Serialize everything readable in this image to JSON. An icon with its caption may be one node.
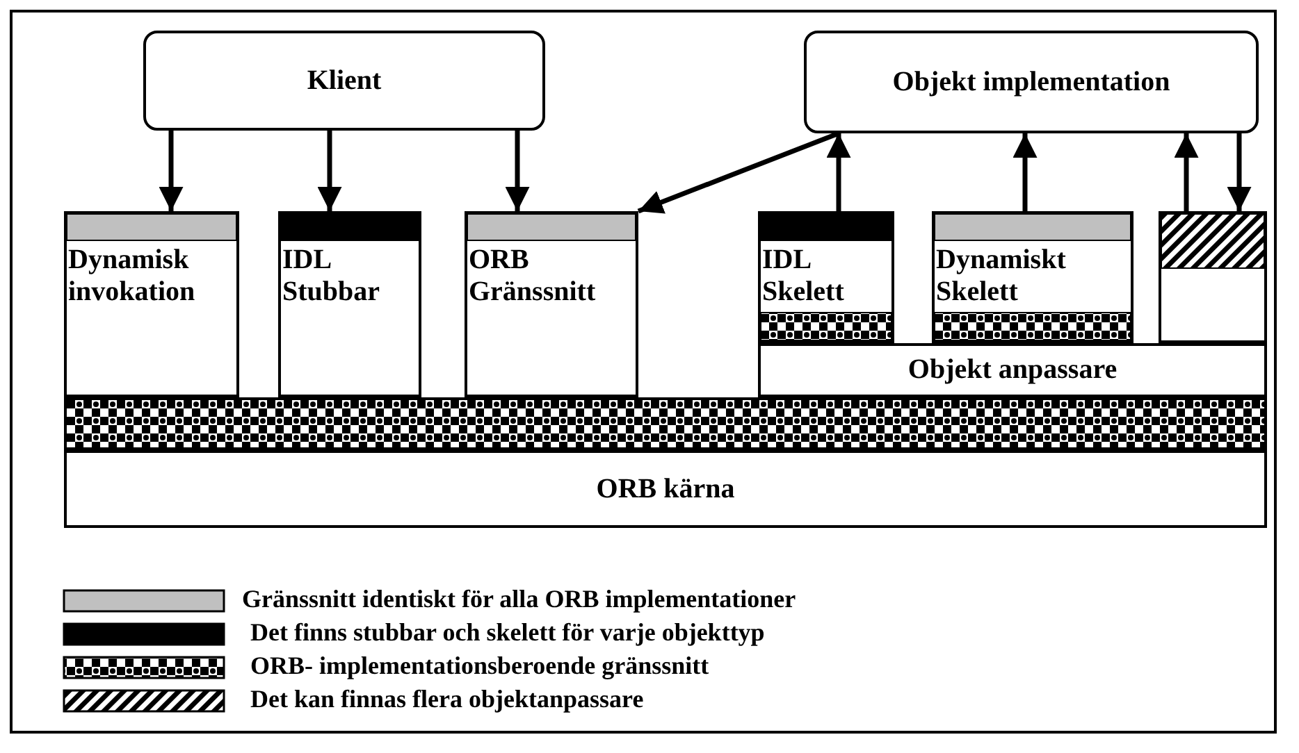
{
  "diagram": {
    "nodes": [
      {
        "text": [
          "Klient"
        ]
      },
      {
        "text": [
          "Objekt implementation"
        ]
      },
      {
        "text": [
          "Dynamisk invokation"
        ]
      },
      {
        "text": [
          "IDL Stubbar"
        ]
      },
      {
        "text": [
          "ORB Gränssnitt"
        ]
      },
      {
        "text": [
          "IDL Skelett"
        ]
      },
      {
        "text": [
          "Dynamiskt Skelett"
        ]
      },
      {
        "text": [],
        "shape": "box"
      },
      {
        "text": [
          "Objekt anpassare"
        ]
      },
      {
        "text": [],
        "shape": "bar"
      },
      {
        "text": [
          "ORB kärna"
        ]
      }
    ],
    "edges": [
      {
        "from": 0,
        "to": 2,
        "arrow": "to"
      },
      {
        "from": 0,
        "to": 3,
        "arrow": "to"
      },
      {
        "from": 0,
        "to": 4,
        "arrow": "to"
      },
      {
        "from": 1,
        "to": 4,
        "arrow": "to"
      },
      {
        "from": 5,
        "to": 1,
        "arrow": "to"
      },
      {
        "from": 6,
        "to": 1,
        "arrow": "to"
      },
      {
        "from": 7,
        "to": 1,
        "arrow": "to"
      },
      {
        "from": 1,
        "to": 7,
        "arrow": "to"
      }
    ],
    "legend": [
      {
        "text": "Gränssnitt identiskt för alla ORB implementationer",
        "color": "#c0c0c0"
      },
      {
        "text": "Det finns stubbar och skelett för varje objekttyp",
        "color": "#000000"
      },
      {
        "text": "ORB- implementationsberoende gränssnitt"
      },
      {
        "text": "Det kan finnas flera objektanpassare"
      }
    ]
  }
}
